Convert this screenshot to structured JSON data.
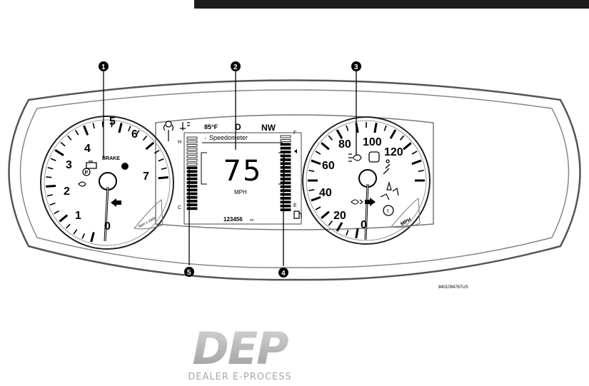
{
  "callouts": [
    "1",
    "2",
    "3",
    "4",
    "5"
  ],
  "tachometer": {
    "numbers": [
      "1",
      "2",
      "3",
      "4",
      "5",
      "6",
      "7",
      "0"
    ],
    "brake_label": "BRAKE",
    "rpm_label": "Rpm x 1000"
  },
  "center_display": {
    "temperature": "85°F",
    "gear": "D",
    "compass": "NW",
    "menu_title": "Speedometer",
    "speed": "75",
    "speed_unit": "MPH",
    "odometer": "123456",
    "odometer_unit": "mi",
    "temp_hot": "H",
    "temp_cold": "C",
    "fuel_full": "F",
    "fuel_empty": "E"
  },
  "speedometer": {
    "numbers": [
      "20",
      "40",
      "60",
      "80",
      "100",
      "120",
      "0"
    ],
    "unit": "MPH"
  },
  "figure_code": "8401094767US",
  "logo": {
    "letters": "DEP",
    "tagline": "DEALER E-PROCESS"
  }
}
